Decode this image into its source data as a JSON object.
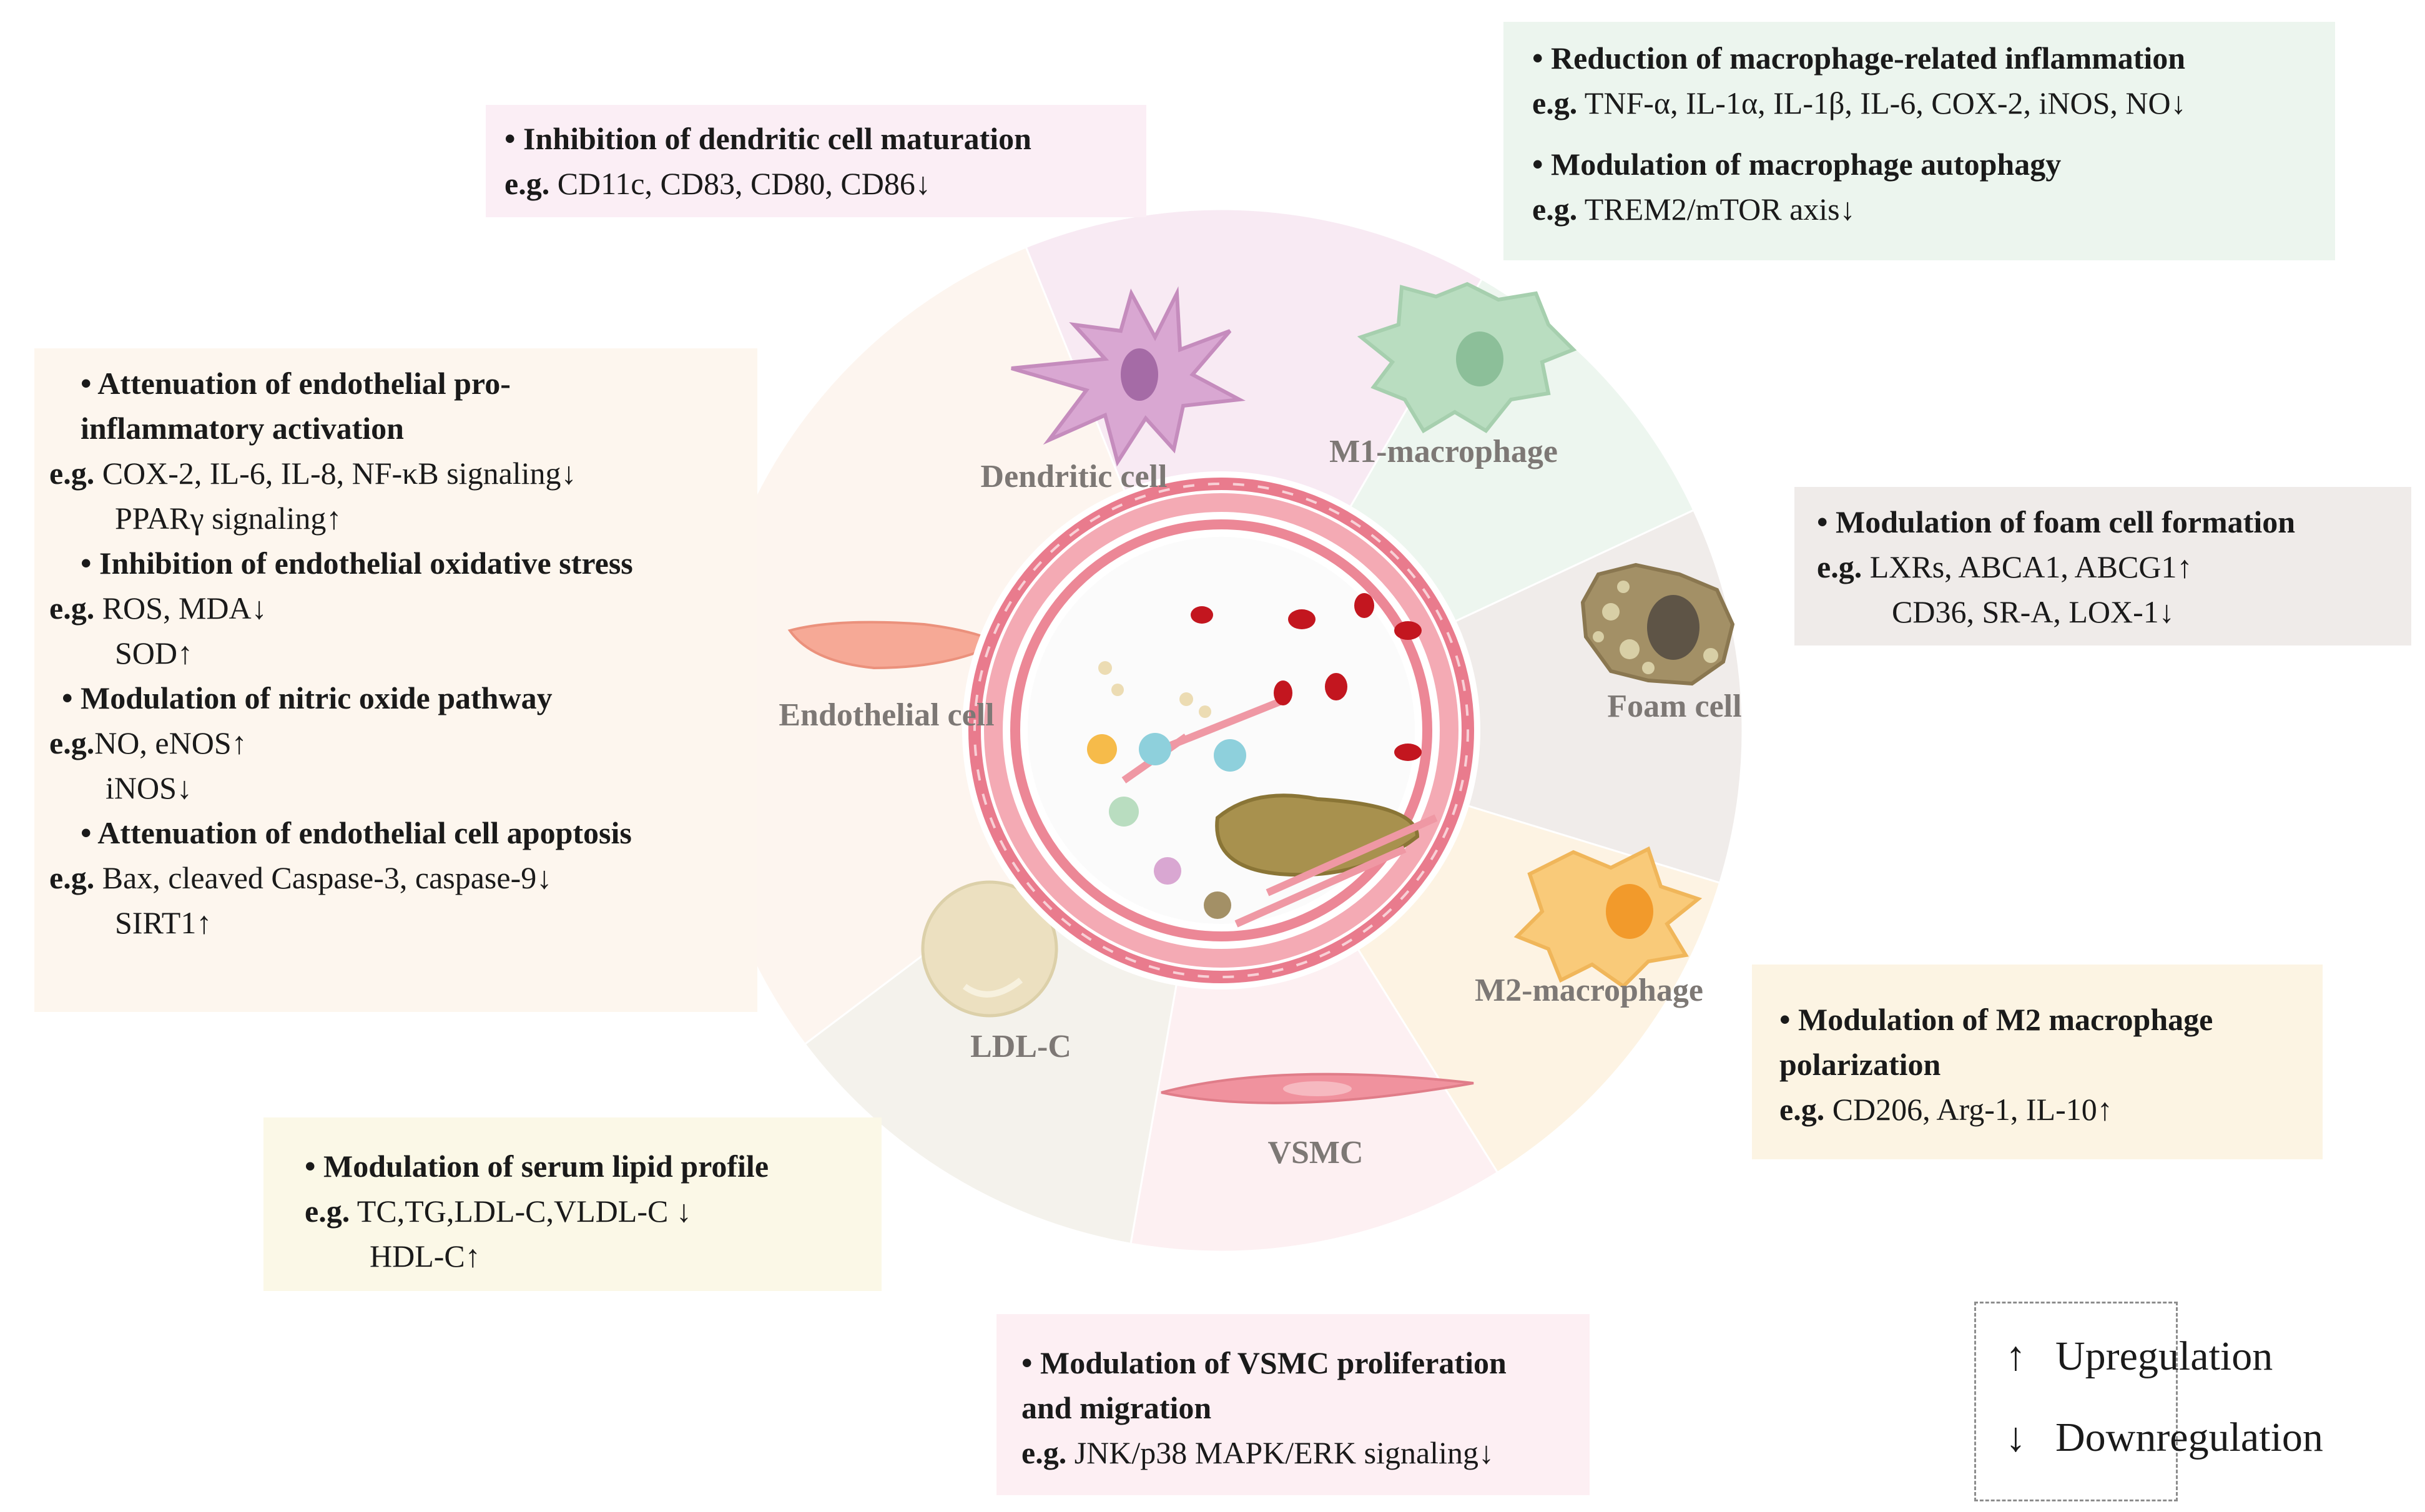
{
  "segments": [
    {
      "label": "Dendritic cell",
      "icon": "dendritic-cell-icon",
      "color": "#f8eaf3"
    },
    {
      "label": "M1-macrophage",
      "icon": "m1-macrophage-icon",
      "color": "#edf6ef"
    },
    {
      "label": "Foam cell",
      "icon": "foam-cell-icon",
      "color": "#f0ecea"
    },
    {
      "label": "M2-macrophage",
      "icon": "m2-macrophage-icon",
      "color": "#fdf3e3"
    },
    {
      "label": "VSMC",
      "icon": "vsmc-icon",
      "color": "#fdf0f2"
    },
    {
      "label": "LDL-C",
      "icon": "ldl-c-icon",
      "color": "#f4f2ec"
    },
    {
      "label": "Endothelial cell",
      "icon": "endothelial-cell-icon",
      "color": "#fdf5ef"
    }
  ],
  "boxes": {
    "dendritic": {
      "bg": "#fbeef5",
      "title": "• Inhibition of dendritic cell maturation",
      "eg": "e.g.",
      "line": " CD11c, CD83, CD80, CD86↓"
    },
    "m1": {
      "bg": "#ecf5ee",
      "title1": "• Reduction of macrophage-related inflammation",
      "eg1": "e.g.",
      "line1": " TNF-α, IL-1α, IL-1β, IL-6, COX-2, iNOS, NO↓",
      "title2": "• Modulation of macrophage autophagy",
      "eg2": "e.g.",
      "line2": " TREM2/mTOR axis↓"
    },
    "foam": {
      "bg": "#efebe9",
      "title": "• Modulation of foam cell formation",
      "eg": "e.g.",
      "line1": " LXRs, ABCA1, ABCG1↑",
      "line2": "CD36, SR-A, LOX-1↓"
    },
    "m2": {
      "bg": "#fcf4e3",
      "title1": "• Modulation of M2 macrophage",
      "title2": "polarization",
      "eg": "e.g.",
      "line": " CD206, Arg-1, IL-10↑"
    },
    "vsmc": {
      "bg": "#fdeff3",
      "title1": "• Modulation of VSMC proliferation",
      "title2": "and migration",
      "eg": "e.g.",
      "line": " JNK/p38 MAPK/ERK signaling↓"
    },
    "lipid": {
      "bg": "#fbf8e7",
      "title": "•  Modulation of serum lipid profile",
      "eg": "e.g.",
      "line1": " TC,TG,LDL-C,VLDL-C ↓",
      "line2": "HDL-C↑"
    },
    "endo": {
      "bg": "#fdf6ee",
      "t1a": "•  Attenuation of endothelial pro-",
      "t1b": "inflammatory activation",
      "eg1": "e.g.",
      "l1a": " COX-2, IL-6, IL-8, NF-κB signaling↓",
      "l1b": "PPARγ signaling↑",
      "t2": "•  Inhibition of endothelial oxidative stress",
      "eg2": "e.g.",
      "l2a": " ROS, MDA↓",
      "l2b": "SOD↑",
      "t3": "• Modulation of nitric oxide pathway",
      "eg3": "e.g.",
      "l3a": "NO, eNOS↑",
      "l3b": "iNOS↓",
      "t4": "•  Attenuation of endothelial cell apoptosis",
      "eg4": "e.g.",
      "l4a": " Bax, cleaved Caspase-3, caspase-9↓",
      "l4b": "SIRT1↑"
    }
  },
  "legend": {
    "up_arrow": "↑",
    "up_label": "Upregulation",
    "down_arrow": "↓",
    "down_label": "Downregulation"
  }
}
